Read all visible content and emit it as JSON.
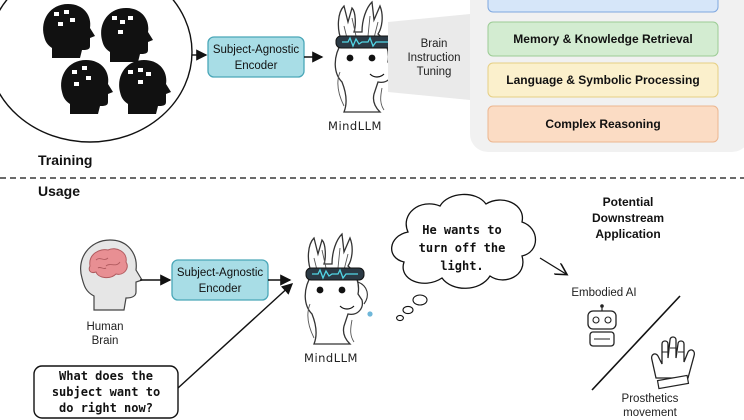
{
  "training": {
    "section_label": "Training",
    "encoder_label": [
      "Subject-Agnostic",
      "Encoder"
    ],
    "tuning_label": [
      "Brain",
      "Instruction",
      "Tuning"
    ],
    "model_name": "MindLLM",
    "capabilities": [
      {
        "label": "",
        "color": "#d6e6f9",
        "border": "#7fa8e0"
      },
      {
        "label": "Memory & Knowledge Retrieval",
        "color": "#d3ecd1",
        "border": "#9ccc95"
      },
      {
        "label": "Language & Symbolic Processing",
        "color": "#fbf0cc",
        "border": "#e6cf84"
      },
      {
        "label": "Complex Reasoning",
        "color": "#fbdcc4",
        "border": "#ecb68f"
      }
    ]
  },
  "usage": {
    "section_label": "Usage",
    "brain_caption": [
      "Human",
      "Brain"
    ],
    "encoder_label": [
      "Subject-Agnostic",
      "Encoder"
    ],
    "model_name": "MindLLM",
    "thought_text": [
      "He wants to",
      "turn off the",
      "light."
    ],
    "question_text": [
      "What does the",
      "subject want to",
      "do right now?"
    ],
    "downstream_title": [
      "Potential",
      "Downstream",
      "Application"
    ],
    "embodied_label": "Embodied AI",
    "prosthetics_label": [
      "Prosthetics",
      "movement"
    ]
  },
  "colors": {
    "encoder_fill": "#a8dde6",
    "encoder_border": "#4aa7b8",
    "panel_fill": "#f1f1f1",
    "brain_pink": "#e88f93"
  },
  "icons": [
    "head-silhouette-icon",
    "llama-mascot-icon",
    "brain-icon",
    "robot-icon",
    "prosthetic-hand-icon"
  ]
}
